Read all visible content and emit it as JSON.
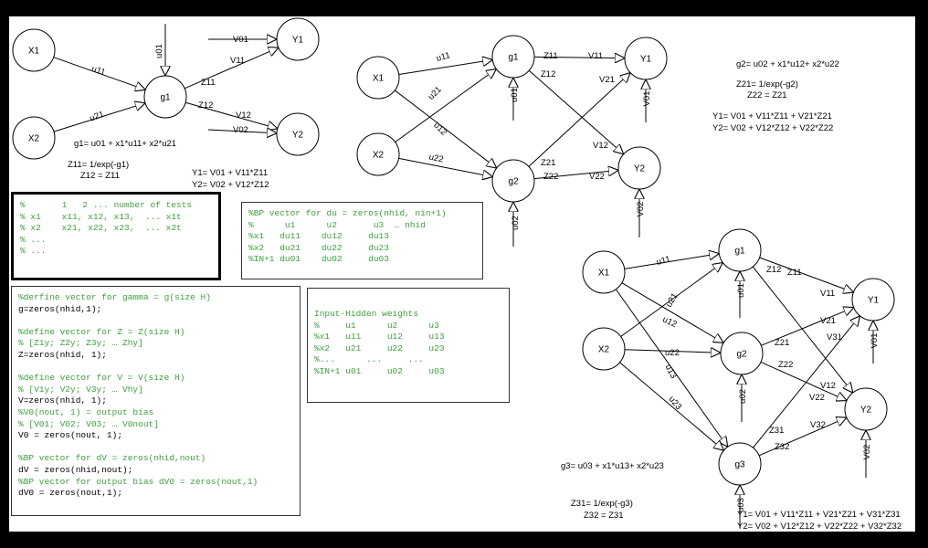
{
  "diagram1": {
    "nodes": {
      "X1": "X1",
      "X2": "X2",
      "g1": "g1",
      "Y1": "Y1",
      "Y2": "Y2"
    },
    "edges": {
      "u11": "u11",
      "u21": "u21",
      "u01": "u01",
      "V01": "V01",
      "V11": "V11",
      "Z11": "Z11",
      "Z12": "Z12",
      "V12": "V12",
      "V02": "V02"
    },
    "eq_g1": "g1= u01 + x1*u11+ x2*u21",
    "eq_z11": "Z11= 1/exp(-g1)",
    "eq_z12": "Z12 = Z11",
    "eq_y1": "Y1= V01 + V11*Z11",
    "eq_y2": "Y2= V02 + V12*Z12"
  },
  "diagram2": {
    "nodes": {
      "X1": "X1",
      "X2": "X2",
      "g1": "g1",
      "g2": "g2",
      "Y1": "Y1",
      "Y2": "Y2"
    },
    "edges": {
      "u11": "u11",
      "u21": "u21",
      "u12": "u12",
      "u22": "u22",
      "u01": "u01",
      "u02": "u02",
      "Z11": "Z11",
      "V11": "V11",
      "Z12": "Z12",
      "V21": "V21",
      "Z21": "Z21",
      "V12": "V12",
      "Z22": "Z22",
      "V22": "V22",
      "V01": "V01",
      "V02": "V02"
    },
    "eq_g2": "g2= u02 + x1*u12+ x2*u22",
    "eq_z21": "Z21= 1/exp(-g2)",
    "eq_z22": "Z22 = Z21",
    "eq_y1": "Y1= V01 + V11*Z11 + V21*Z21",
    "eq_y2": "Y2= V02 + V12*Z12 + V22*Z22"
  },
  "diagram3": {
    "nodes": {
      "X1": "X1",
      "X2": "X2",
      "g1": "g1",
      "g2": "g2",
      "g3": "g3",
      "Y1": "Y1",
      "Y2": "Y2"
    },
    "edges": {
      "u11": "u11",
      "u21": "u21",
      "u12": "u12",
      "u22": "u22",
      "u13": "u13",
      "u23": "u23",
      "u01": "u01",
      "u02": "u02",
      "u03": "u03",
      "Z12": "Z12",
      "Z11": "Z11",
      "V11": "V11",
      "V21": "V21",
      "Z21": "Z21",
      "V31": "V31",
      "Z22": "Z22",
      "V22": "V22",
      "V12": "V12",
      "Z31": "Z31",
      "V32": "V32",
      "Z32": "Z32",
      "V01": "V01",
      "V02": "V02"
    },
    "eq_g3": "g3= u03 + x1*u13+ x2*u23",
    "eq_z31": "Z31= 1/exp(-g3)",
    "eq_z32": "Z32 = Z31",
    "eq_y1": "Y1= V01 + V11*Z11 + V21*Z21 + V31*Z31",
    "eq_y2": "Y2= V02 + V12*Z12 + V22*Z22 + V32*Z32"
  },
  "code_tests": [
    "%       1   2 ... number of tests",
    "% x1    x11, x12, x13,  ... x1t",
    "% x2    x21, x22, x23,  ... x2t",
    "% ...",
    "% ..."
  ],
  "code_du": [
    "%BP vector for du = zeros(nhid, nin+1)",
    "%      u1      u2       u3  … nhid",
    "%x1   du11    du12     du13",
    "%x2   du21    du22     du23",
    "%IN+1 du01    du02     du03"
  ],
  "code_weights": [
    "Input-Hidden weights",
    "%     u1      u2      u3",
    "%x1   u11     u12     u13",
    "%x2   u21     u22     u23",
    "%...      ...     ...",
    "%IN+1 u01     u02     u03"
  ],
  "code_vectors": [
    "%derfine vector for gamma = g(size H)",
    "g=zeros(nhid,1);",
    "",
    "%define vector for Z = Z(size H)",
    "% [Z1y; Z2y; Z3y; … Zhy]",
    "Z=zeros(nhid, 1);",
    "",
    "%define vector for V = V(size H)",
    "% [V1y; V2y; V3y; … Vhy]",
    "V=zeros(nhid, 1);",
    "%V0(nout, 1) = output bias",
    "% [V01; V02; V03; … V0nout]",
    "V0 = zeros(nout, 1);",
    "",
    "%BP vector for dV = zeros(nhid,nout)",
    "dV = zeros(nhid,nout);",
    "%BP vector for output bias dV0 = zeros(nout,1)",
    "dV0 = zeros(nout,1);"
  ]
}
